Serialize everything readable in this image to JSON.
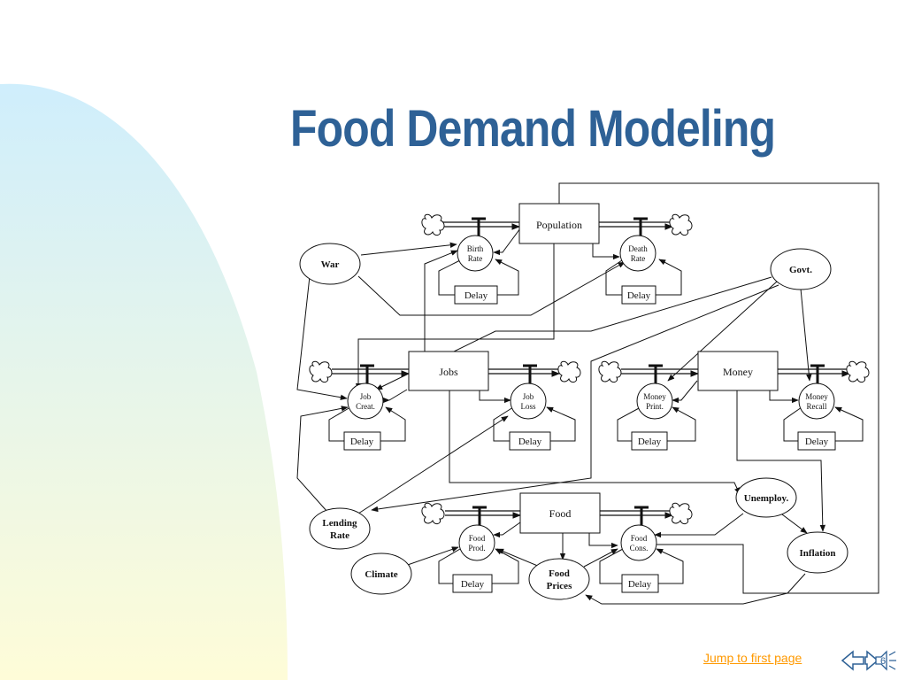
{
  "slide": {
    "title": "Food Demand Modeling"
  },
  "diagram": {
    "stocks": {
      "population": "Population",
      "jobs": "Jobs",
      "money": "Money",
      "food": "Food"
    },
    "rates": {
      "birth_rate": [
        "Birth",
        "Rate"
      ],
      "death_rate": [
        "Death",
        "Rate"
      ],
      "job_creat": [
        "Job",
        "Creat."
      ],
      "job_loss": [
        "Job",
        "Loss"
      ],
      "money_print": [
        "Money",
        "Print."
      ],
      "money_recall": [
        "Money",
        "Recall"
      ],
      "food_prod": [
        "Food",
        "Prod."
      ],
      "food_cons": [
        "Food",
        "Cons."
      ]
    },
    "delay_label": "Delay",
    "auxiliaries": {
      "war": "War",
      "govt": "Govt.",
      "unemploy": "Unemploy.",
      "inflation": "Inflation",
      "climate": "Climate",
      "lending_rate": [
        "Lending",
        "Rate"
      ],
      "food_prices": [
        "Food",
        "Prices"
      ]
    }
  },
  "footer": {
    "jump_link": "Jump to first page",
    "page_number": "6"
  },
  "colors": {
    "title": "#2e6196",
    "link": "#ff9900",
    "bg_top": "#cfeefc",
    "bg_bottom": "#fefcd8"
  }
}
